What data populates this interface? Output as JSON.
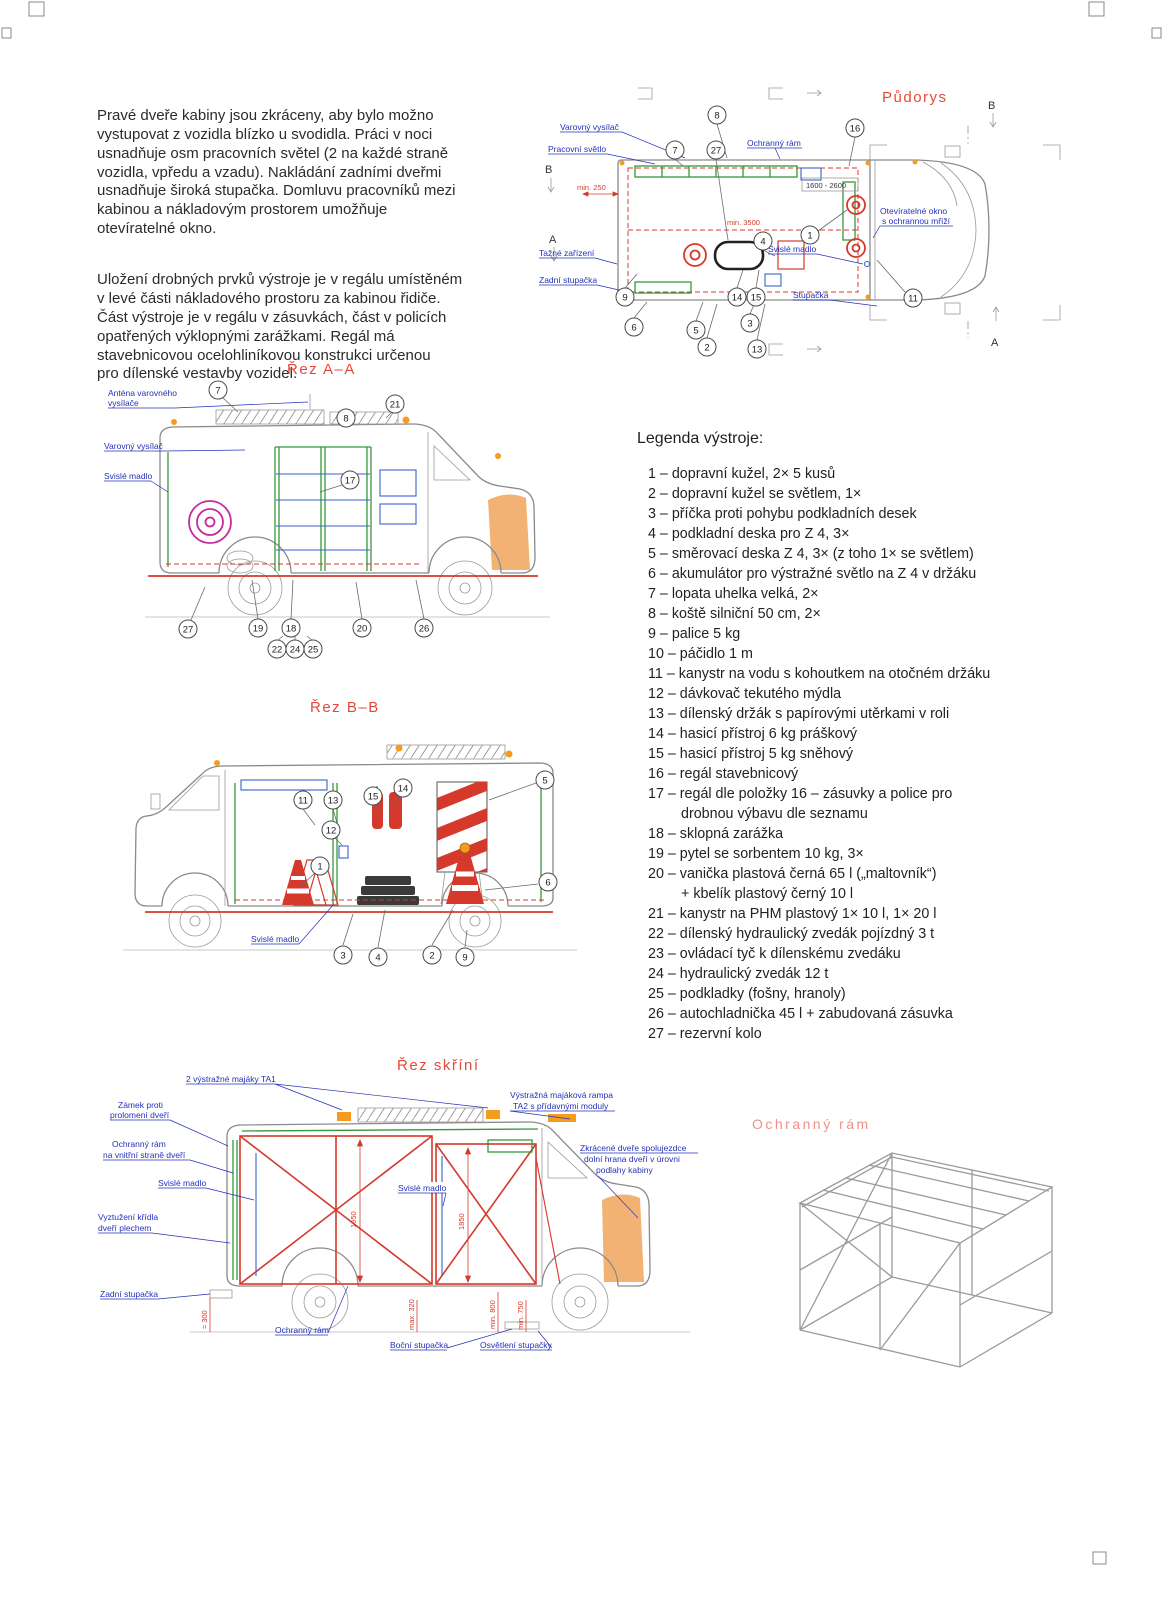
{
  "page": {
    "paragraphs": [
      "Pravé dveře kabiny jsou zkráceny, aby bylo možno\nvystupovat z vozidla blízko u svodidla. Práci v noci\nusnadňuje osm pracovních světel (2 na každé straně\nvozidla, vpředu a vzadu). Nakládání zadními dveřmi\nusnadňuje široká stupačka. Domluvu pracovníků mezi\nkabinou a nákladovým prostorem umožňuje\notevíratelné okno.",
      "Uložení drobných prvků výstroje je v regálu umístěném\nv levé části nákladového prostoru za kabinou řidiče.\nČást výstroje je v regálu v zásuvkách, část v policích\nopatřených výklopnými zarážkami. Regál má\nstavebnicovou ocelohliníkovou konstrukci určenou\npro dílenské vestavby vozidel."
    ]
  },
  "legend": {
    "title": "Legenda výstroje:",
    "items": [
      "1 – dopravní kužel, 2× 5 kusů",
      "2 – dopravní kužel se světlem, 1×",
      "3 – příčka proti pohybu podkladních desek",
      "4 – podkladní deska pro Z 4, 3×",
      "5 – směrovací deska Z 4, 3× (z toho 1× se světlem)",
      "6 – akumulátor pro výstražné světlo na Z 4 v držáku",
      "7 – lopata uhelka velká, 2×",
      "8 – koště silniční 50 cm, 2×",
      "9 – palice 5 kg",
      "10 – páčidlo 1 m",
      "11 – kanystr na vodu s kohoutkem na otočném držáku",
      "12 – dávkovač tekutého mýdla",
      "13 – dílenský držák s papírovými utěrkami v roli",
      "14 – hasicí přístroj 6 kg práškový",
      "15 – hasicí přístroj 5 kg sněhový",
      "16 – regál stavebnicový",
      "17 – regál dle položky 16 – zásuvky a police pro\ndrobnou výbavu dle seznamu",
      "18 – sklopná zarážka",
      "19 – pytel se sorbentem 10 kg, 3×",
      "20 – vanička plastová černá 65 l („maltovník“)\n+ kbelík plastový černý 10 l",
      "21 – kanystr na PHM plastový 1× 10 l, 1× 20 l",
      "22 – dílenský hydraulický zvedák pojízdný 3 t",
      "23 – ovládací tyč k dílenskému zvedáku",
      "24 – hydraulický zvedák 12 t",
      "25 – podkladky (fošny, hranoly)",
      "26 – autochladnička 45 l + zabudovaná zásuvka",
      "27 – rezervní kolo"
    ]
  },
  "pudorys": {
    "title": "Půdorys",
    "labels": [
      "Varovný vysílač",
      "Pracovní světlo",
      "Ochranný rám",
      "Otevíratelné okno",
      "s ochrannou mříží",
      "Tažné zařízení",
      "Svislé madlo",
      "Zadní stupačka",
      "Stupačka"
    ],
    "dims": [
      "min. 250",
      "min. 3500",
      "1600 - 2600"
    ],
    "letters": [
      "B",
      "A",
      "B",
      "A"
    ],
    "callouts": [
      "8",
      "16",
      "7",
      "27",
      "1",
      "4",
      "14",
      "15",
      "9",
      "6",
      "5",
      "3",
      "2",
      "13",
      "11"
    ]
  },
  "rez_aa": {
    "title": "Řez A–A",
    "labels": [
      "Anténa varovného",
      "vysílače",
      "Varovný vysílač",
      "Svislé madlo"
    ],
    "callouts": [
      "7",
      "8",
      "21",
      "17",
      "27",
      "19",
      "18",
      "22",
      "24",
      "25",
      "20",
      "26"
    ]
  },
  "rez_bb": {
    "title": "Řez B–B",
    "labels": [
      "Svislé madlo"
    ],
    "callouts": [
      "11",
      "13",
      "15",
      "14",
      "5",
      "12",
      "1",
      "6",
      "3",
      "4",
      "2",
      "9"
    ]
  },
  "rez_skrini": {
    "title": "Řez skříní",
    "labels": [
      "2 výstražné majáky TA1",
      "Zámek proti",
      "prolomení dveří",
      "Ochranný rám",
      "na vnitřní straně dveří",
      "Svislé madlo",
      "Vyztužení křídla",
      "dveří plechem",
      "Zadní stupačka",
      "Výstražná majáková rampa",
      "TA2 s přídavnými moduly",
      "Zkrácené dveře spolujezdce",
      "dolní hrana dveří v úrovni",
      "podlahy kabiny",
      "Svislé madlo",
      "Ochranný rám",
      "Boční stupačka",
      "Osvětlení stupačky"
    ],
    "dims": [
      "≈ 300",
      "max. 320",
      "min. 800",
      "min. 750",
      "1950",
      "1850"
    ]
  },
  "ram": {
    "title": "Ochranný rám"
  }
}
